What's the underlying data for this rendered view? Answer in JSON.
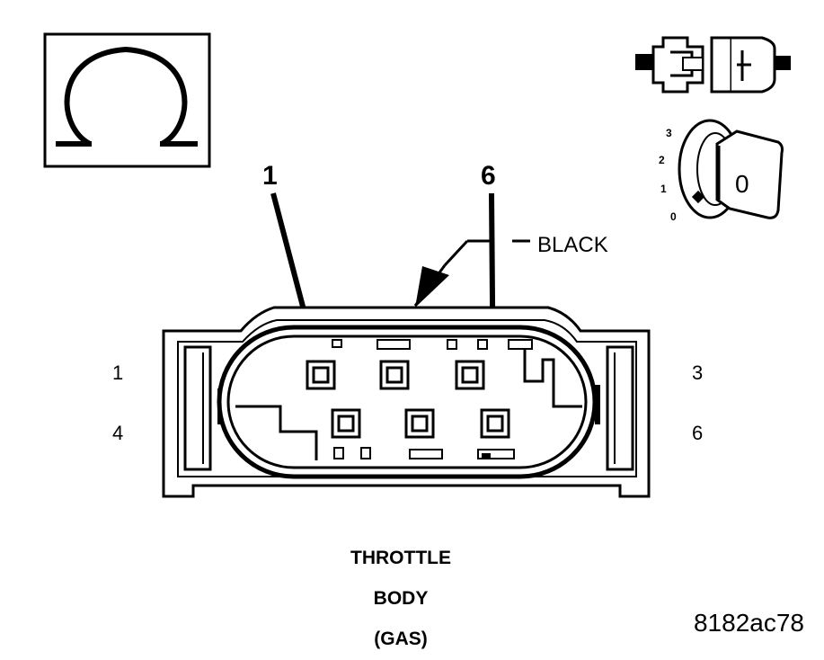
{
  "diagram": {
    "meter_symbol": "ohm-icon",
    "connector_icon": "connector-disconnect-icon",
    "ignition_icon": "ignition-key-off-icon",
    "ignition": {
      "positions": [
        "3",
        "2",
        "1",
        "0"
      ],
      "key_state": "0"
    },
    "probe_labels": {
      "left": "1",
      "right": "6"
    },
    "connector_color_label": "BLACK",
    "cavity_row_labels": {
      "top_left": "1",
      "top_right": "3",
      "bottom_left": "4",
      "bottom_right": "6"
    },
    "caption_lines": [
      "THROTTLE",
      "BODY",
      "(GAS)"
    ],
    "figure_code": "8182ac78"
  }
}
